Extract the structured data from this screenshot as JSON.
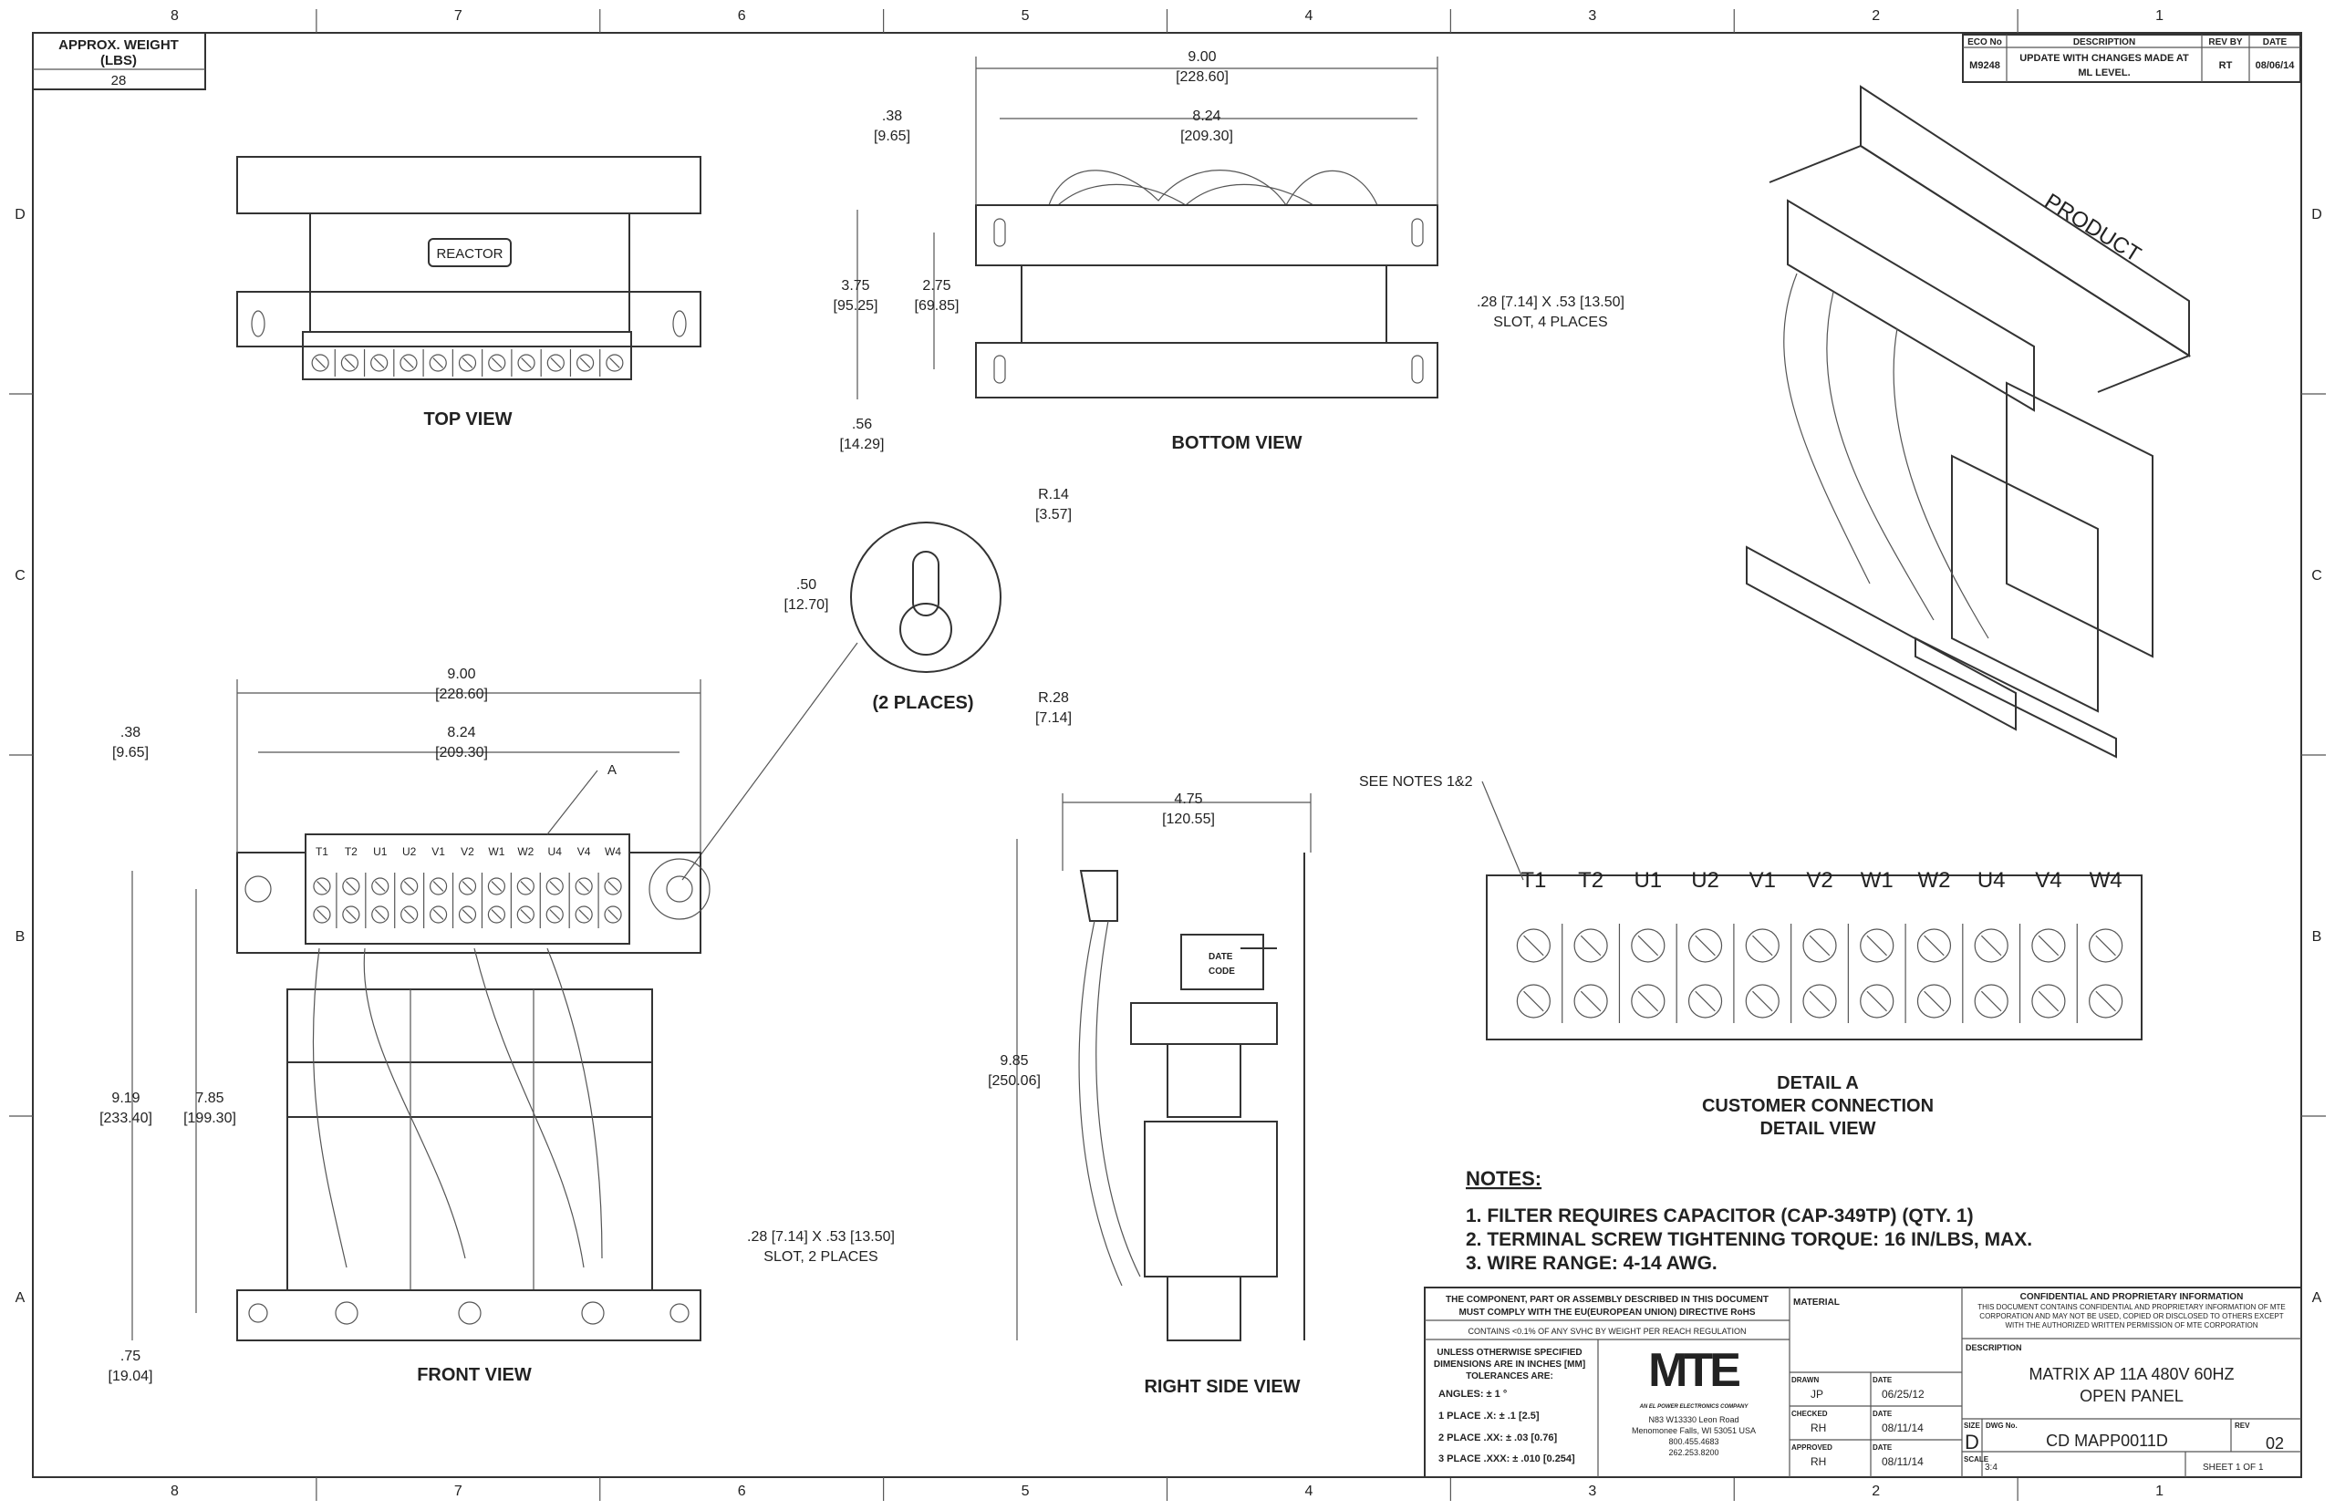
{
  "grid": {
    "columns": [
      "8",
      "7",
      "6",
      "5",
      "4",
      "3",
      "2",
      "1"
    ],
    "rows": [
      "D",
      "C",
      "B",
      "A"
    ]
  },
  "weight_box": {
    "label_1": "APPROX. WEIGHT",
    "label_2": "(LBS)",
    "value": "28"
  },
  "revision_block": {
    "headers": [
      "ECO No",
      "DESCRIPTION",
      "REV BY",
      "DATE"
    ],
    "row": {
      "eco": "M9248",
      "description_1": "UPDATE WITH CHANGES MADE AT",
      "description_2": "ML LEVEL.",
      "rev_by": "RT",
      "date": "08/06/14"
    }
  },
  "views": {
    "top": {
      "label": "TOP VIEW",
      "plate": "REACTOR"
    },
    "bottom": {
      "label": "BOTTOM VIEW"
    },
    "front": {
      "label": "FRONT VIEW",
      "callout": "A"
    },
    "side": {
      "label": "RIGHT SIDE VIEW",
      "date_code_1": "DATE",
      "date_code_2": "CODE"
    },
    "iso": {
      "plate": "PRODUCT"
    },
    "keyhole": {
      "label": "(2 PLACES)"
    },
    "detail": {
      "label_1": "DETAIL A",
      "label_2": "CUSTOMER CONNECTION",
      "label_3": "DETAIL VIEW",
      "see_notes": "SEE NOTES 1&2"
    }
  },
  "terminals": [
    "T1",
    "T2",
    "U1",
    "U2",
    "V1",
    "V2",
    "W1",
    "W2",
    "U4",
    "V4",
    "W4"
  ],
  "dimensions": {
    "bottom_overall": {
      "in": "9.00",
      "mm": "[228.60]"
    },
    "bottom_slots": {
      "in": "8.24",
      "mm": "[209.30]"
    },
    "bottom_edge": {
      "in": ".38",
      "mm": "[9.65]"
    },
    "bottom_depth": {
      "in": "3.75",
      "mm": "[95.25]"
    },
    "bottom_slot_span": {
      "in": "2.75",
      "mm": "[69.85]"
    },
    "bottom_offset": {
      "in": ".56",
      "mm": "[14.29]"
    },
    "bottom_slot_note": {
      "line_1": ".28 [7.14] X .53 [13.50]",
      "line_2": "SLOT, 4 PLACES"
    },
    "keyhole_r_small": {
      "in": "R.14",
      "mm": "[3.57]"
    },
    "keyhole_span": {
      "in": ".50",
      "mm": "[12.70]"
    },
    "keyhole_r_large": {
      "in": "R.28",
      "mm": "[7.14]"
    },
    "front_overall": {
      "in": "9.00",
      "mm": "[228.60]"
    },
    "front_slots": {
      "in": "8.24",
      "mm": "[209.30]"
    },
    "front_edge": {
      "in": ".38",
      "mm": "[9.65]"
    },
    "front_height": {
      "in": "9.19",
      "mm": "[233.40]"
    },
    "front_slot_height": {
      "in": "7.85",
      "mm": "[199.30]"
    },
    "front_base": {
      "in": ".75",
      "mm": "[19.04]"
    },
    "front_slot_note": {
      "line_1": ".28 [7.14]  X .53 [13.50]",
      "line_2": "SLOT, 2 PLACES"
    },
    "side_depth": {
      "in": "4.75",
      "mm": "[120.55]"
    },
    "side_height": {
      "in": "9.85",
      "mm": "[250.06]"
    }
  },
  "notes": {
    "title": "NOTES:",
    "items": [
      "1.  FILTER REQUIRES CAPACITOR (CAP-349TP) (QTY. 1)",
      "2.  TERMINAL SCREW TIGHTENING TORQUE: 16 IN/LBS, MAX.",
      "3.  WIRE RANGE: 4-14 AWG."
    ]
  },
  "title_block": {
    "rohs_1": "THE COMPONENT, PART OR ASSEMBLY DESCRIBED IN THIS DOCUMENT",
    "rohs_2": "MUST COMPLY WITH THE EU(EUROPEAN UNION) DIRECTIVE RoHS",
    "reach": "CONTAINS <0.1% OF ANY SVHC BY WEIGHT PER REACH REGULATION",
    "tol_1": "UNLESS OTHERWISE SPECIFIED",
    "tol_2": "DIMENSIONS ARE IN INCHES [MM]",
    "tol_3": "TOLERANCES ARE:",
    "angles": "ANGLES: ± 1 °",
    "place1": "1 PLACE .X: ± .1 [2.5]",
    "place2": "2 PLACE .XX: ± .03 [0.76]",
    "place3": "3 PLACE .XXX: ± .010 [0.254]",
    "logo": "MTE",
    "logo_tagline": "AN EL POWER ELECTRONICS COMPANY",
    "address_1": "N83 W13330 Leon Road",
    "address_2": "Menomonee Falls, WI 53051 USA",
    "phone_1": "800.455.4683",
    "phone_2": "262.253.8200",
    "material_label": "MATERIAL",
    "drawn_label": "DRAWN",
    "drawn_by": "JP",
    "drawn_date_label": "DATE",
    "drawn_date": "06/25/12",
    "checked_label": "CHECKED",
    "checked_by": "RH",
    "checked_date_label": "DATE",
    "checked_date": "08/11/14",
    "approved_label": "APPROVED",
    "approved_by": "RH",
    "approved_date_label": "DATE",
    "approved_date": "08/11/14",
    "confidential_title": "CONFIDENTIAL AND PROPRIETARY INFORMATION",
    "confidential_1": "THIS DOCUMENT CONTAINS CONFIDENTIAL AND PROPRIETARY INFORMATION OF MTE",
    "confidential_2": "CORPORATION AND MAY NOT BE USED, COPIED OR DISCLOSED TO OTHERS EXCEPT",
    "confidential_3": "WITH THE AUTHORIZED WRITTEN PERMISSION OF MTE CORPORATION",
    "description_label": "DESCRIPTION",
    "description_1": "MATRIX AP 11A 480V 60HZ",
    "description_2": "OPEN PANEL",
    "size_label": "SIZE",
    "size": "D",
    "dwg_label": "DWG No.",
    "dwg_no": "CD MAPP0011D",
    "rev_label": "REV",
    "rev": "02",
    "scale_label": "SCALE",
    "scale": "3:4",
    "sheet": "SHEET 1  OF 1"
  }
}
